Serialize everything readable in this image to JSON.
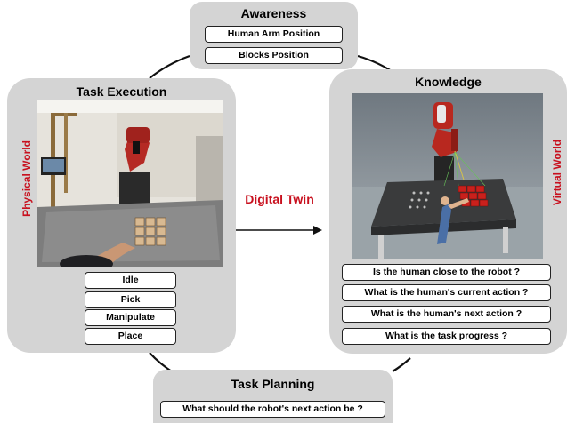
{
  "awareness": {
    "title": "Awareness",
    "items": [
      "Human Arm Position",
      "Blocks Position"
    ]
  },
  "task_execution": {
    "title": "Task Execution",
    "side_label": "Physical World",
    "states": [
      "Idle",
      "Pick",
      "Manipulate",
      "Place"
    ]
  },
  "knowledge": {
    "title": "Knowledge",
    "side_label": "Virtual World",
    "questions": [
      "Is the human close to the robot ?",
      "What is the human's current action ?",
      "What is the human's next action ?",
      "What is the task progress ?"
    ]
  },
  "center": {
    "label": "Digital Twin"
  },
  "task_planning": {
    "title": "Task Planning",
    "question": "What should the robot's next action be ?"
  },
  "colors": {
    "panel": "#d4d4d4",
    "accent_red": "#c8101e",
    "connector": "#111111"
  }
}
